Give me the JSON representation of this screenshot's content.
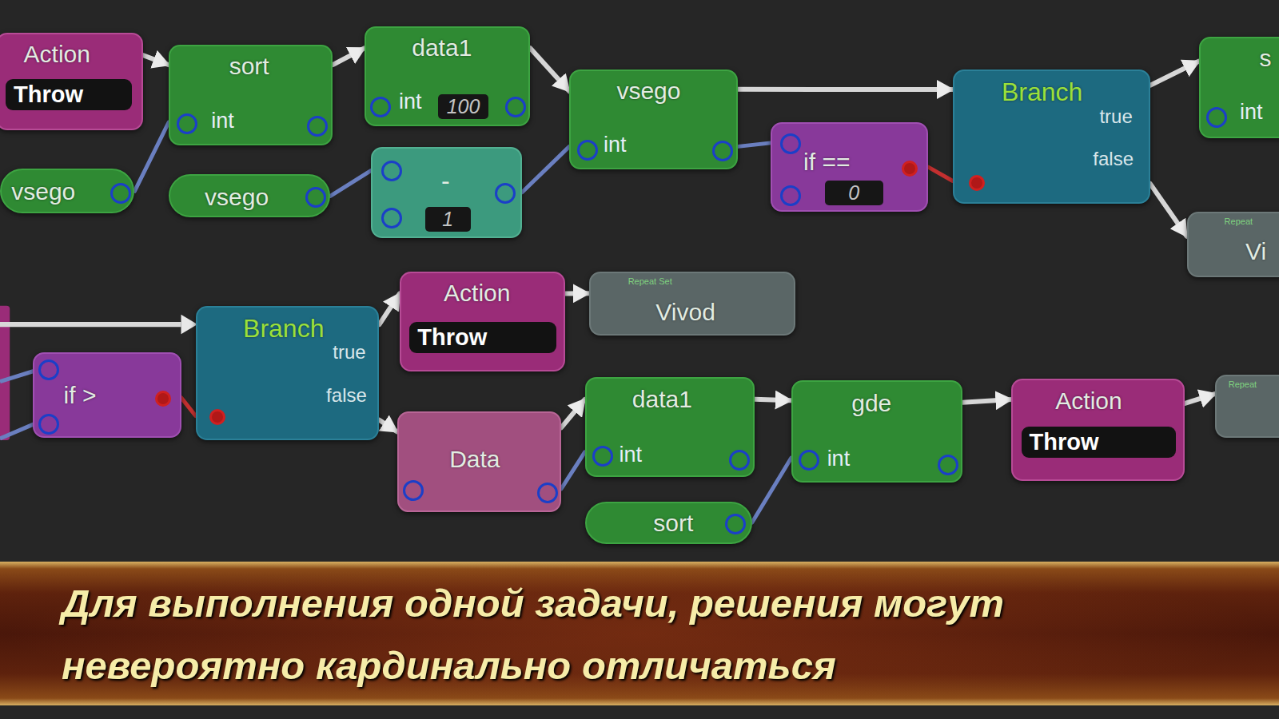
{
  "diagram": {
    "caption": "Для выполнения одной задачи, решения могут невероятно кардинально отличаться",
    "nodes": [
      {
        "text": [
          "Action",
          "Throw"
        ]
      },
      {
        "text": [
          "sort",
          "int"
        ]
      },
      {
        "text": [
          "vsego"
        ]
      },
      {
        "text": [
          "data1",
          "int",
          "100"
        ]
      },
      {
        "text": [
          "vsego"
        ]
      },
      {
        "text": [
          "-",
          "1"
        ]
      },
      {
        "text": [
          "vsego",
          "int"
        ]
      },
      {
        "text": [
          "if ==",
          "0"
        ]
      },
      {
        "text": [
          "Branch",
          "true",
          "false"
        ]
      },
      {
        "text": [
          "s",
          "int"
        ]
      },
      {
        "text": [
          "Repeat",
          "Vi"
        ]
      },
      {
        "text": [
          "if >"
        ]
      },
      {
        "text": [
          "Branch",
          "true",
          "false"
        ]
      },
      {
        "text": [
          "Action",
          "Throw"
        ]
      },
      {
        "text": [
          "Repeat Set",
          "Vivod"
        ]
      },
      {
        "text": [
          "Data"
        ]
      },
      {
        "text": [
          "data1",
          "int"
        ]
      },
      {
        "text": [
          "sort"
        ]
      },
      {
        "text": [
          "gde",
          "int"
        ]
      },
      {
        "text": [
          "Action",
          "Throw"
        ]
      },
      {
        "text": [
          "Repeat"
        ]
      }
    ],
    "edges": [
      {
        "from": 0,
        "to": 1,
        "arrow": "to"
      },
      {
        "from": 1,
        "to": 3,
        "arrow": "to"
      },
      {
        "from": 3,
        "to": 6,
        "arrow": "to"
      },
      {
        "from": 6,
        "to": 8,
        "arrow": "to"
      },
      {
        "from": 8,
        "to": 9,
        "arrow": "to"
      },
      {
        "from": 8,
        "to": 10,
        "arrow": "to"
      },
      {
        "from": 12,
        "to": 13,
        "arrow": "to"
      },
      {
        "from": 13,
        "to": 14,
        "arrow": "to"
      },
      {
        "from": 12,
        "to": 15,
        "arrow": "to"
      },
      {
        "from": 15,
        "to": 16,
        "arrow": "to"
      },
      {
        "from": 16,
        "to": 18,
        "arrow": "to"
      },
      {
        "from": 18,
        "to": 19,
        "arrow": "to"
      },
      {
        "from": 19,
        "to": 20,
        "arrow": "to"
      },
      {
        "from": 2,
        "to": 1,
        "arrow": "none"
      },
      {
        "from": 4,
        "to": 5,
        "arrow": "none"
      },
      {
        "from": 5,
        "to": 6,
        "arrow": "none"
      },
      {
        "from": 6,
        "to": 7,
        "arrow": "none"
      },
      {
        "from": 7,
        "to": 8,
        "arrow": "none"
      },
      {
        "from": 11,
        "to": 12,
        "arrow": "none"
      },
      {
        "from": 15,
        "to": 16,
        "arrow": "none"
      },
      {
        "from": 17,
        "to": 18,
        "arrow": "none"
      }
    ]
  }
}
